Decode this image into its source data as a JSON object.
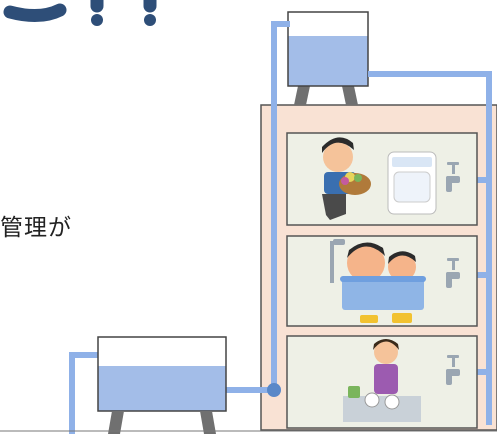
{
  "caption": {
    "text": "管理が"
  },
  "colors": {
    "pipe": "#8fb1e8",
    "water": "#a3bde8",
    "building": "#f9e2d4",
    "building_border": "#555555",
    "room_bg": "#eef0e6",
    "tank_leg": "#707070",
    "joint": "#5a88c8",
    "banner_text": "#2e4e78"
  },
  "illustration": {
    "upper_tank": "rooftop-water-tank",
    "lower_tank": "ground-receiving-tank",
    "floors": [
      {
        "scene": "laundry",
        "icons": [
          "person-with-laundry-basket",
          "washing-machine",
          "faucet-icon"
        ]
      },
      {
        "scene": "bath",
        "icons": [
          "shower-head",
          "father-and-child-in-bathtub",
          "faucet-icon"
        ]
      },
      {
        "scene": "kitchen",
        "icons": [
          "woman-washing-dishes",
          "faucet-icon"
        ]
      }
    ]
  }
}
